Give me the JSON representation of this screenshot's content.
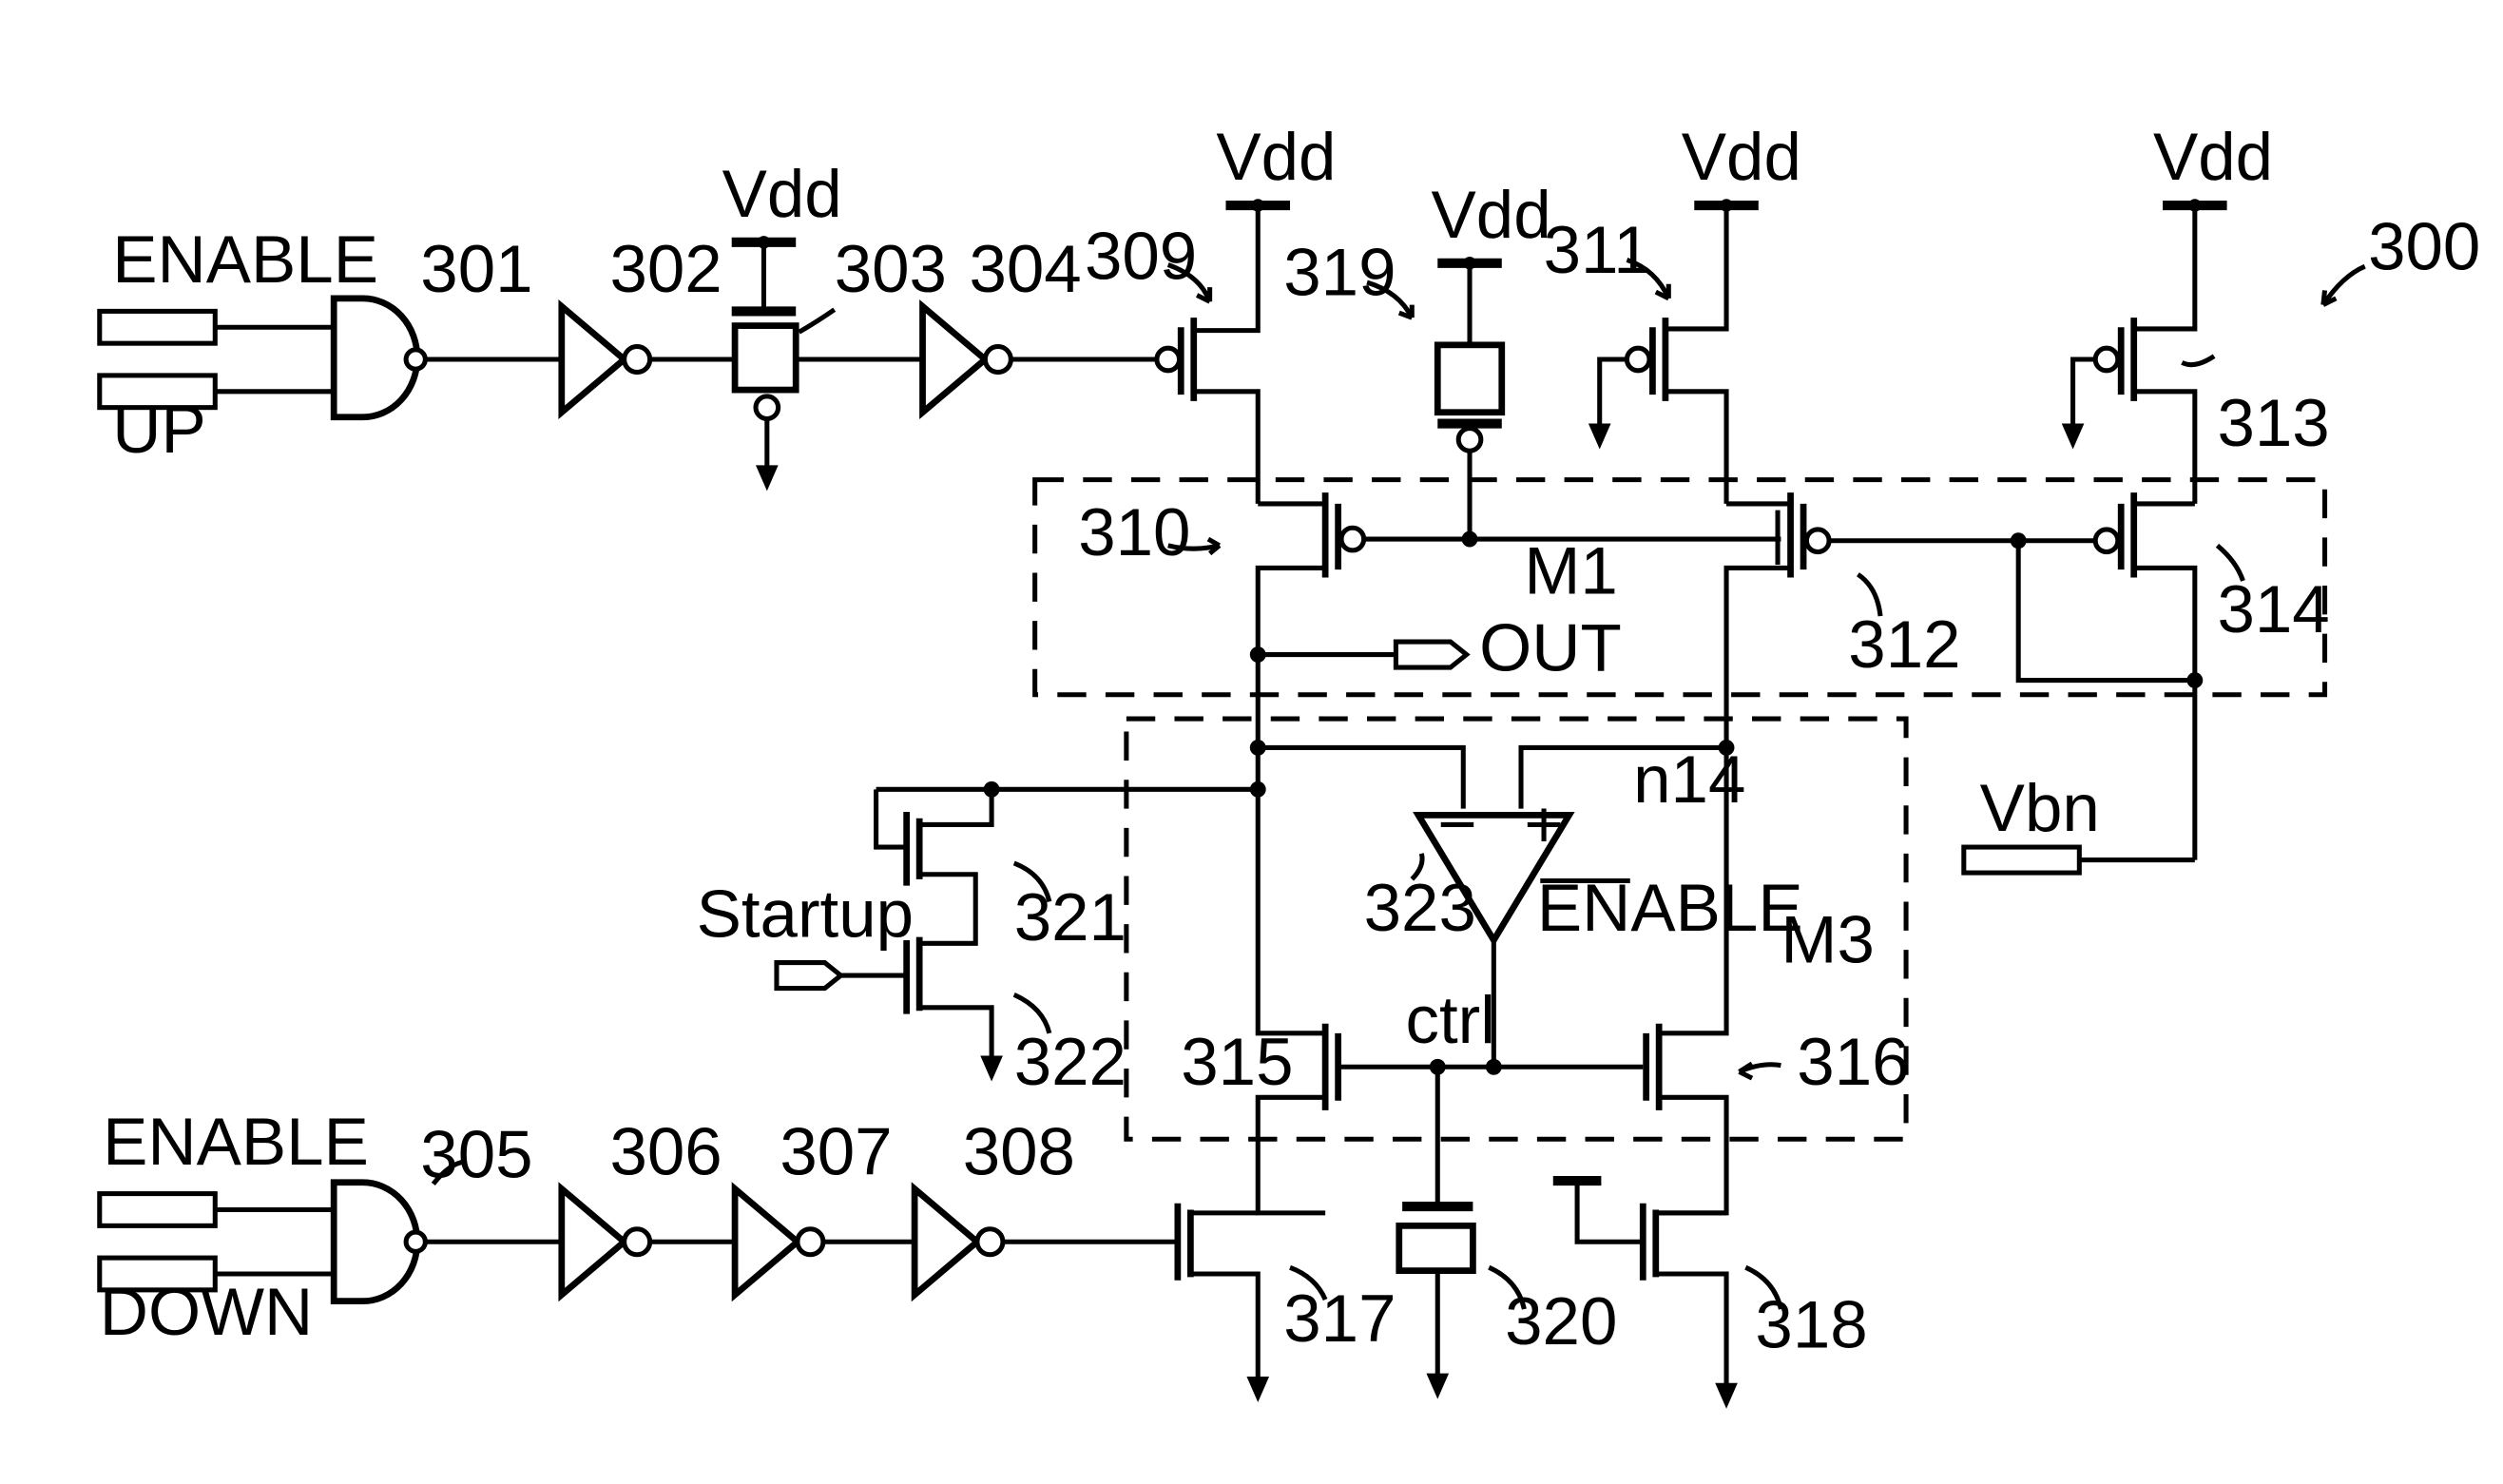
{
  "labels": {
    "enable_top": "ENABLE",
    "up": "UP",
    "enable_bottom": "ENABLE",
    "down": "DOWN",
    "vdd_303": "Vdd",
    "vdd_309": "Vdd",
    "vdd_319": "Vdd",
    "vdd_311": "Vdd",
    "vdd_313": "Vdd",
    "out": "OUT",
    "m1": "M1",
    "m3": "M3",
    "n14": "n14",
    "enable_bar": "ENABLE",
    "ctrl": "ctrl",
    "vbn": "Vbn",
    "startup": "Startup",
    "opamp_minus": "−",
    "opamp_plus": "+"
  },
  "refs": {
    "r300": "300",
    "r301": "301",
    "r302": "302",
    "r303": "303",
    "r304": "304",
    "r305": "305",
    "r306": "306",
    "r307": "307",
    "r308": "308",
    "r309": "309",
    "r310": "310",
    "r311": "311",
    "r312": "312",
    "r313": "313",
    "r314": "314",
    "r315": "315",
    "r316": "316",
    "r317": "317",
    "r318": "318",
    "r319": "319",
    "r320": "320",
    "r321": "321",
    "r322": "322",
    "r323": "323"
  }
}
